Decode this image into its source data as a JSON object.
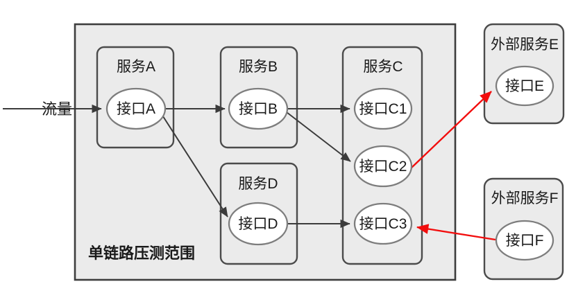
{
  "diagram": {
    "traffic_label": "流量",
    "scope_label": "单链路压测范围",
    "nodes": {
      "service_a": {
        "label": "服务A",
        "interface": "接口A"
      },
      "service_b": {
        "label": "服务B",
        "interface": "接口B"
      },
      "service_c": {
        "label": "服务C",
        "interfaces": [
          "接口C1",
          "接口C2",
          "接口C3"
        ]
      },
      "service_d": {
        "label": "服务D",
        "interface": "接口D"
      },
      "external_service_e": {
        "label": "外部服务E",
        "interface": "接口E"
      },
      "external_service_f": {
        "label": "外部服务F",
        "interface": "接口F"
      }
    },
    "edges": [
      {
        "from": "流量",
        "to": "接口A",
        "color": "#3b3b3b"
      },
      {
        "from": "接口A",
        "to": "接口B",
        "color": "#3b3b3b"
      },
      {
        "from": "接口B",
        "to": "接口C1",
        "color": "#3b3b3b"
      },
      {
        "from": "接口B",
        "to": "接口C2",
        "color": "#3b3b3b"
      },
      {
        "from": "接口A",
        "to": "接口D",
        "color": "#3b3b3b"
      },
      {
        "from": "接口D",
        "to": "接口C3",
        "color": "#3b3b3b"
      },
      {
        "from": "接口C2",
        "to": "接口E",
        "color": "#f20d0d"
      },
      {
        "from": "接口F",
        "to": "接口C3",
        "color": "#f20d0d"
      }
    ],
    "colors": {
      "box_fill": "#ebebeb",
      "box_border": "#3d3d3d",
      "ellipse_fill": "#ffffff",
      "ellipse_border": "#7d7d7d",
      "arrow_internal": "#3b3b3b",
      "arrow_external": "#f20d0d",
      "background": "#ffffff",
      "text": "#1a1a1a"
    }
  }
}
